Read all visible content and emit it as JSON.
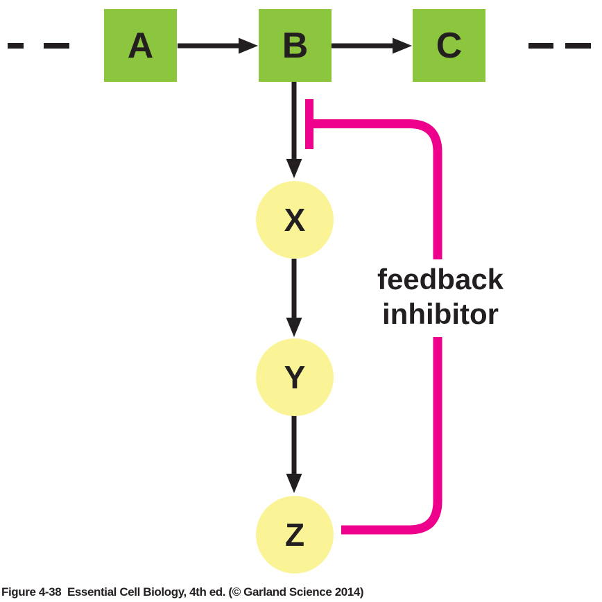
{
  "figure": {
    "caption": "Figure 4-38  Essential Cell Biology, 4th ed. (© Garland Science 2014)",
    "feedback_label": {
      "line1": "feedback",
      "line2": "inhibitor"
    }
  },
  "pathway": {
    "main_chain_nodes": [
      {
        "id": "A",
        "label": "A",
        "shape": "square"
      },
      {
        "id": "B",
        "label": "B",
        "shape": "square"
      },
      {
        "id": "C",
        "label": "C",
        "shape": "square"
      }
    ],
    "branch_nodes": [
      {
        "id": "X",
        "label": "X",
        "shape": "circle"
      },
      {
        "id": "Y",
        "label": "Y",
        "shape": "circle"
      },
      {
        "id": "Z",
        "label": "Z",
        "shape": "circle"
      }
    ],
    "edges": [
      "A->B",
      "B->C",
      "B->X",
      "X->Y",
      "Y->Z",
      "Z -| B->X (feedback inhibition)"
    ],
    "continuation_dashes": "pathway continues left of A and right of C"
  },
  "colors": {
    "square_green": "#8CC63E",
    "circle_yellow": "#FAF496",
    "inhibitor_pink": "#EC008C",
    "line_black": "#231F20",
    "background": "#FFFFFF"
  }
}
